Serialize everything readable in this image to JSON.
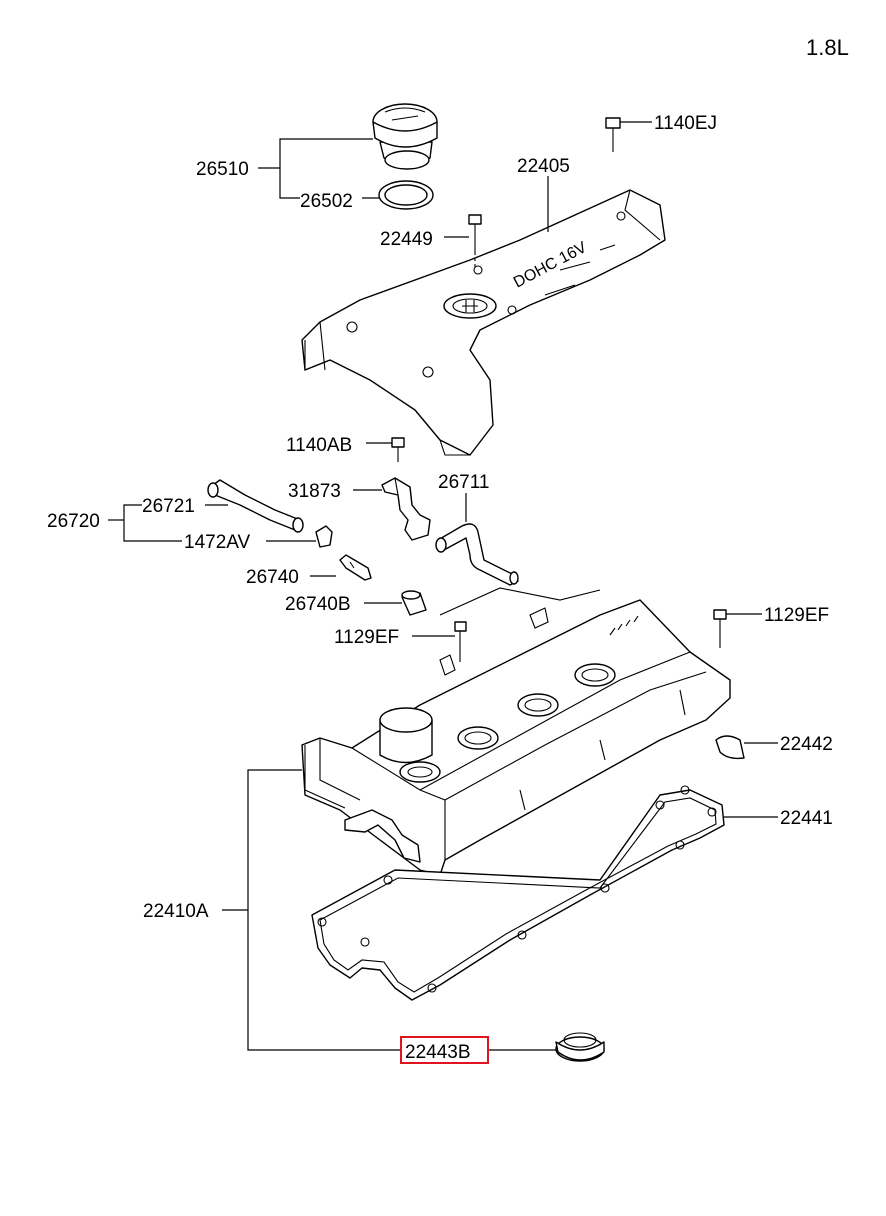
{
  "engine_label": "1.8L",
  "cover_text": "DOHC 16V",
  "highlight_color": "#e0141e",
  "parts": {
    "p26510": "26510",
    "p26502": "26502",
    "p1140EJ": "1140EJ",
    "p22405": "22405",
    "p22449": "22449",
    "p1140AB": "1140AB",
    "p31873": "31873",
    "p26711": "26711",
    "p26721": "26721",
    "p26720": "26720",
    "p1472AV": "1472AV",
    "p26740": "26740",
    "p26740B": "26740B",
    "p1129EF_left": "1129EF",
    "p1129EF_right": "1129EF",
    "p22442": "22442",
    "p22441": "22441",
    "p22410A": "22410A",
    "p22443B": "22443B"
  }
}
